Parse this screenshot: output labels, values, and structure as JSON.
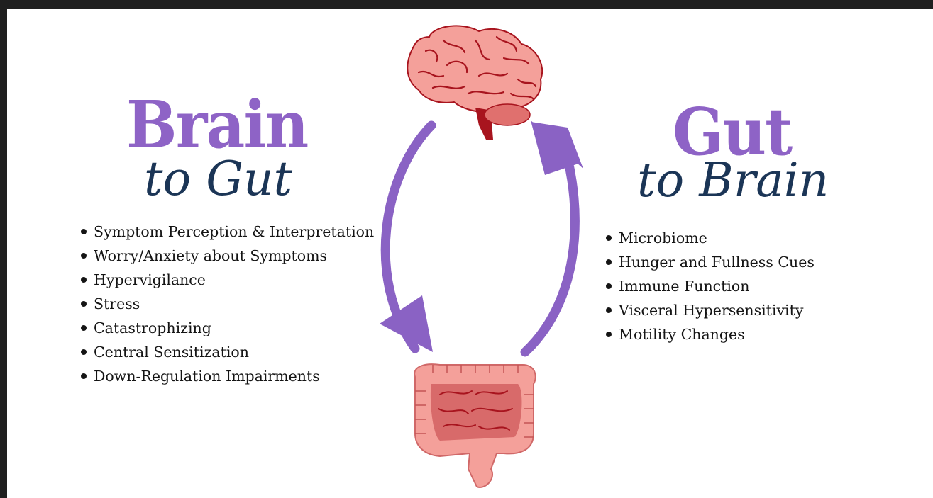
{
  "brain_to_gut": {
    "title": "Brain",
    "subtitle": "to Gut",
    "items": [
      "Symptom Perception & Interpretation",
      "Worry/Anxiety about Symptoms",
      "Hypervigilance",
      "Stress",
      "Catastrophizing",
      "Central Sensitization",
      "Down-Regulation Impairments"
    ]
  },
  "gut_to_brain": {
    "title": "Gut",
    "subtitle": "to Brain",
    "items": [
      "Microbiome",
      "Hunger and Fullness Cues",
      "Immune Function",
      "Visceral Hypersensitivity",
      "Motility Changes"
    ]
  },
  "colors": {
    "title_purple": "#8e63c6",
    "subtitle_navy": "#1b3556",
    "arrow_purple": "#8a62c4",
    "organ_pink": "#f4a09a",
    "organ_dark": "#a8141e"
  },
  "icons": {
    "top": "brain-icon",
    "bottom": "intestine-icon"
  }
}
